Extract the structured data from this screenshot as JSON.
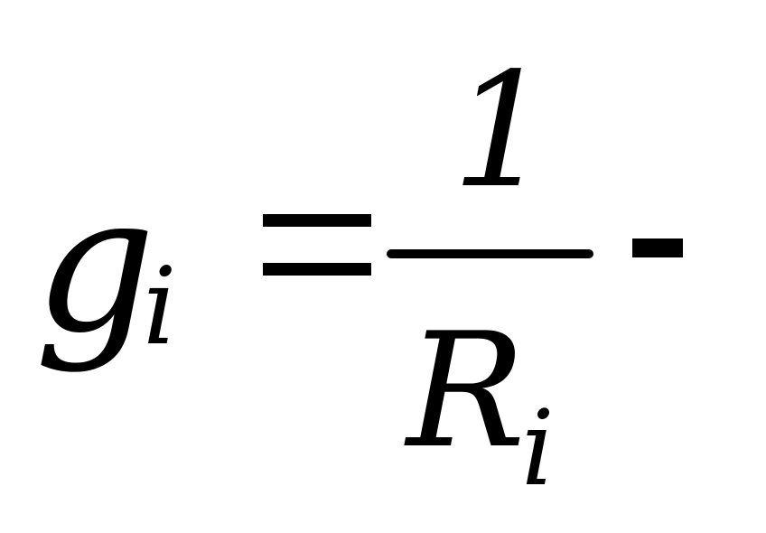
{
  "equation": {
    "lhs_variable": "g",
    "lhs_subscript": "i",
    "relation": "=",
    "numerator": "1",
    "denominator_variable": "R",
    "denominator_subscript": "i",
    "trailing_operator": "-"
  }
}
